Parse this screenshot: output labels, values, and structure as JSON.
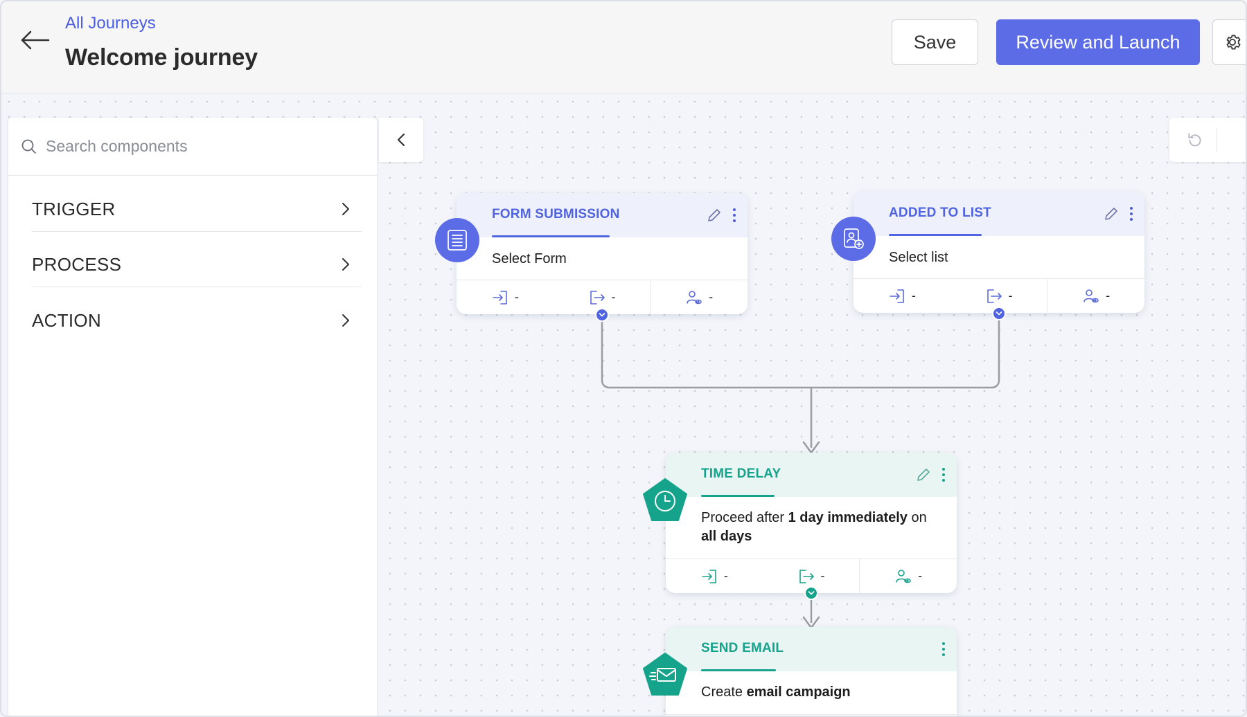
{
  "header": {
    "breadcrumb": "All Journeys",
    "title": "Welcome journey",
    "save_label": "Save",
    "launch_label": "Review and Launch"
  },
  "sidebar": {
    "search_placeholder": "Search components",
    "categories": [
      {
        "label": "TRIGGER"
      },
      {
        "label": "PROCESS"
      },
      {
        "label": "ACTION"
      }
    ]
  },
  "nodes": {
    "form_submission": {
      "title": "FORM SUBMISSION",
      "body": "Select Form",
      "entered": "-",
      "exited": "-",
      "viewers": "-"
    },
    "added_to_list": {
      "title": "ADDED TO LIST",
      "body": "Select list",
      "entered": "-",
      "exited": "-",
      "viewers": "-"
    },
    "time_delay": {
      "title": "TIME DELAY",
      "body_prefix": "Proceed after ",
      "body_bold1": "1 day immediately",
      "body_mid": " on ",
      "body_bold2": "all days",
      "entered": "-",
      "exited": "-",
      "viewers": "-"
    },
    "send_email": {
      "title": "SEND EMAIL",
      "body_prefix": "Create ",
      "body_bold": "email campaign"
    }
  },
  "colors": {
    "accent_blue": "#5b6ce6",
    "accent_teal": "#16a38c",
    "link": "#4a5ee5"
  },
  "icons": [
    "back-arrow-icon",
    "gear-icon",
    "search-icon",
    "chevron-right-icon",
    "chevron-left-icon",
    "undo-icon",
    "form-icon",
    "contact-list-icon",
    "clock-icon",
    "email-icon",
    "edit-icon",
    "more-vertical-icon",
    "entry-icon",
    "exit-icon",
    "viewer-icon"
  ]
}
